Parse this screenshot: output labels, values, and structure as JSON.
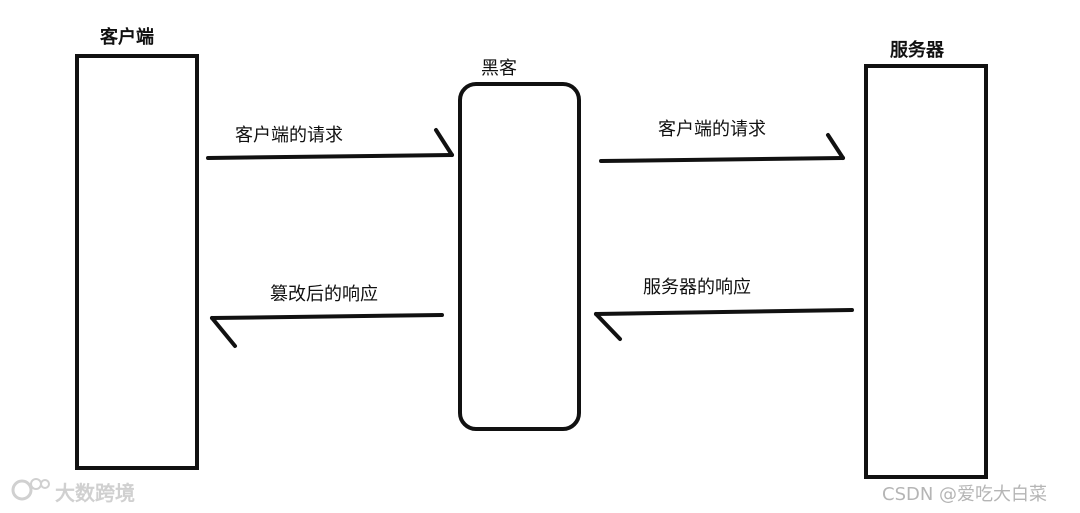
{
  "nodes": {
    "client": {
      "title": "客户端"
    },
    "hacker": {
      "title": "黑客"
    },
    "server": {
      "title": "服务器"
    }
  },
  "edges": {
    "client_request_to_hacker": {
      "label": "客户端的请求"
    },
    "hacker_request_to_server": {
      "label": "客户端的请求"
    },
    "server_response_to_hacker": {
      "label": "服务器的响应"
    },
    "hacker_response_to_client": {
      "label": "篡改后的响应"
    }
  },
  "watermarks": {
    "left": "大数跨境",
    "right": "CSDN @爱吃大白菜"
  },
  "style": {
    "stroke": "#111111",
    "background": "#ffffff"
  }
}
